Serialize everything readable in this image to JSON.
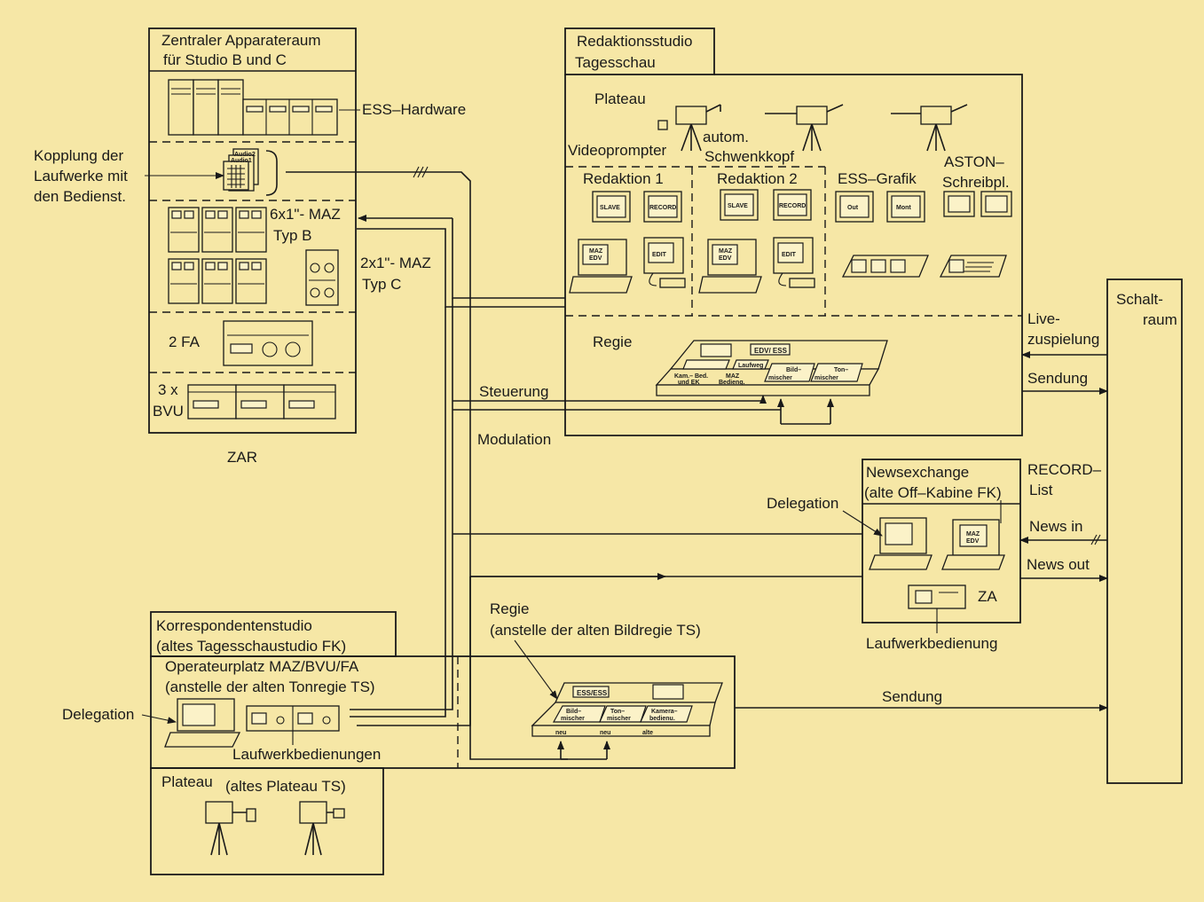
{
  "zar": {
    "title_line1": "Zentraler Apparateraum",
    "title_line2": "für Studio B und C",
    "ess_hardware": "ESS–Hardware",
    "audio1": "Audio1",
    "audio2": "Audio2",
    "maz_b_line1": "6x1\"- MAZ",
    "maz_b_line2": "Typ B",
    "maz_c_line1": "2x1\"- MAZ",
    "maz_c_line2": "Typ C",
    "fa": "2 FA",
    "bvu_line1": "3 x",
    "bvu_line2": "BVU",
    "caption": "ZAR"
  },
  "kopplung": {
    "line1": "Kopplung der",
    "line2": "Laufwerke mit",
    "line3": "den Bedienst."
  },
  "redaktionsstudio": {
    "title_line1": "Redaktionsstudio",
    "title_line2": "Tagesschau",
    "plateau": "Plateau",
    "videoprompter": "Videoprompter",
    "autom_line1": "autom.",
    "autom_line2": "Schwenkkopf",
    "redaktion1": "Redaktion 1",
    "redaktion2": "Redaktion 2",
    "ess_grafik": "ESS–Grafik",
    "aston_line1": "ASTON–",
    "aston_line2": "Schreibpl.",
    "slave": "SLAVE",
    "record": "RECORD",
    "maz_edv_1": "MAZ",
    "maz_edv_2": "EDV",
    "edit": "EDIT",
    "out": "Out",
    "mont": "Mont",
    "regie": "Regie",
    "desk_edv_ess": "EDV/ ESS",
    "desk_laufweg": "Laufweg",
    "desk_kam1": "Kam.– Bed.",
    "desk_kam2": "und EK",
    "desk_maz1": "MAZ",
    "desk_maz2": "Bedieng.",
    "desk_bild1": "Bild–",
    "desk_bild2": "mischer",
    "desk_ton1": "Ton–",
    "desk_ton2": "mischer"
  },
  "schaltraum": {
    "line1": "Schalt-",
    "line2": "raum",
    "live1": "Live-",
    "live2": "zuspielung",
    "sendung": "Sendung",
    "record_list1": "RECORD–",
    "record_list2": "List",
    "news_in": "News in",
    "news_out": "News out"
  },
  "signals": {
    "steuerung": "Steuerung",
    "modulation": "Modulation",
    "sendung": "Sendung",
    "tick": "///"
  },
  "newsexchange": {
    "title_line1": "Newsexchange",
    "title_line2": "(alte Off–Kabine FK)",
    "delegation": "Delegation",
    "za": "ZA",
    "laufwerk": "Laufwerkbedienung"
  },
  "regie_ts": {
    "line1": "Regie",
    "line2": "(anstelle der alten Bildregie TS)",
    "desk_ess": "ESS/ESS",
    "bild1": "Bild–",
    "bild2": "mischer",
    "ton1": "Ton–",
    "ton2": "mischer",
    "kam1": "Kamera–",
    "kam2": "bedienu.",
    "neu": "neu",
    "alte": "alte"
  },
  "korrespondenten": {
    "title_line1": "Korrespondentenstudio",
    "title_line2": "(altes Tagesschaustudio FK)",
    "op_line1": "Operateurplatz MAZ/BVU/FA",
    "op_line2": "(anstelle der alten Tonregie TS)",
    "delegation": "Delegation",
    "laufwerk": "Laufwerkbedienungen",
    "plateau": "Plateau",
    "plateau_note": "(altes Plateau TS)"
  }
}
